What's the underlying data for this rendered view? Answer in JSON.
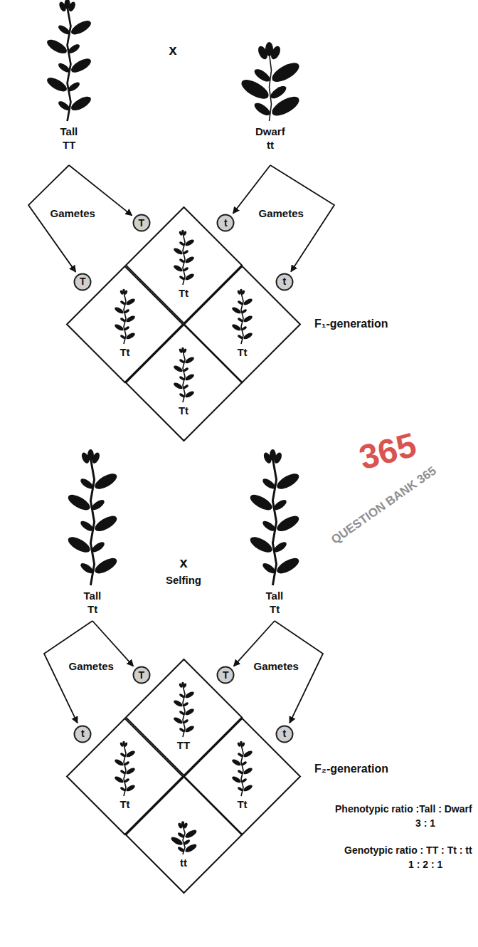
{
  "diagram": {
    "nodes": [
      {
        "text": [
          "T"
        ]
      },
      {
        "text": [
          "t"
        ]
      },
      {
        "text": [
          "Tt"
        ]
      },
      {
        "text": [
          "T"
        ]
      },
      {
        "text": [
          "t"
        ]
      },
      {
        "text": [
          "Tt"
        ]
      },
      {
        "text": [
          "Tt"
        ]
      },
      {
        "text": [
          "Tt"
        ]
      },
      {
        "text": [
          "T"
        ]
      },
      {
        "text": [
          "T"
        ]
      },
      {
        "text": [
          "TT"
        ]
      },
      {
        "text": [
          "t"
        ]
      },
      {
        "text": [
          "t"
        ]
      },
      {
        "text": [
          "Tt"
        ]
      },
      {
        "text": [
          "Tt"
        ]
      },
      {
        "text": [
          "tt"
        ]
      }
    ],
    "labels": [
      "Tall",
      "TT",
      "x",
      "Dwarf",
      "tt",
      "Gametes",
      "Gametes",
      "F₁-generation",
      "Tall",
      "Tt",
      "x",
      "Selfing",
      "Tall",
      "Tt",
      "Gametes",
      "Gametes",
      "F₂-generation",
      "Phenotypic ratio :Tall : Dwarf",
      "3 : 1",
      "Genotypic ratio : TT : Tt : tt",
      "1 : 2 : 1",
      "365",
      "QUESTION BANK 365"
    ]
  }
}
